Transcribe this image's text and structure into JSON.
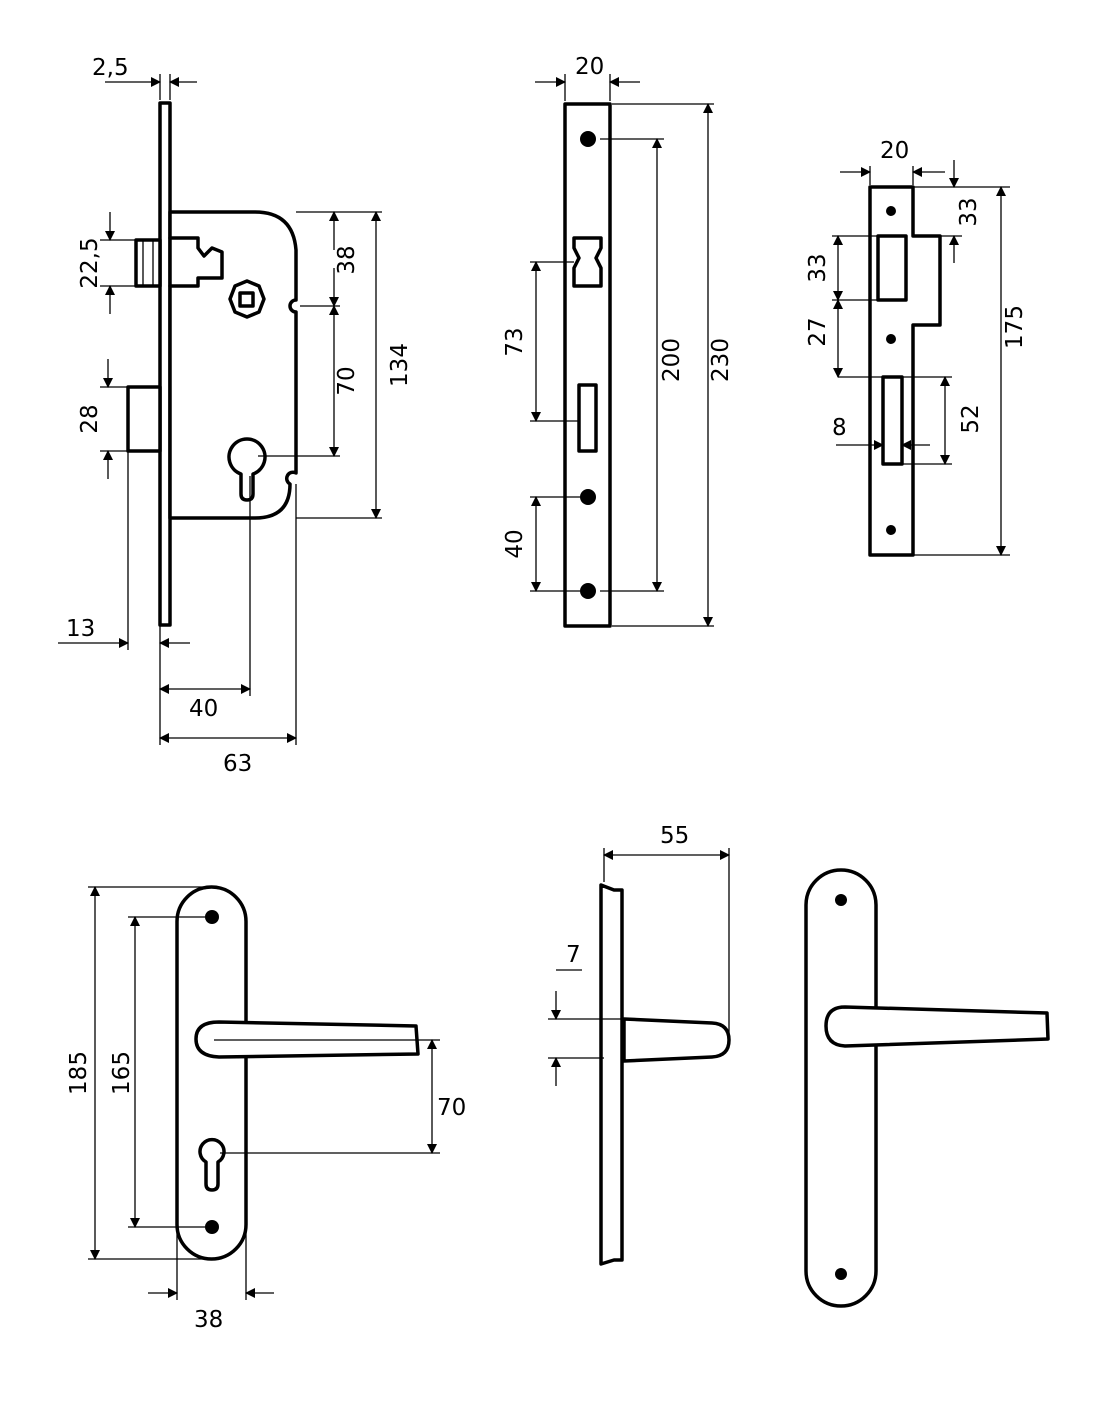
{
  "views": {
    "mortise_lock": {
      "backplate_thickness": "2,5",
      "latch_height": "22,5",
      "latch_to_spindle": "38",
      "spindle_to_cylinder": "70",
      "case_height": "134",
      "deadbolt_height": "28",
      "bolt_offset": "13",
      "backset": "40",
      "case_depth": "63"
    },
    "faceplate": {
      "width": "20",
      "screw_spacing": "200",
      "total_length": "230",
      "latch_to_bolt": "73",
      "lower_screw_distance": "40"
    },
    "strike_plate": {
      "width": "20",
      "top_offset": "33",
      "length": "175",
      "latch_opening": "33",
      "opening_gap": "27",
      "bolt_opening": "52",
      "bolt_opening_width": "8"
    },
    "handle_front": {
      "plate_length": "185",
      "screw_spacing": "165",
      "lever_to_cylinder": "70",
      "plate_width": "38"
    },
    "handle_side": {
      "projection": "55",
      "plate_thickness": "7"
    }
  }
}
